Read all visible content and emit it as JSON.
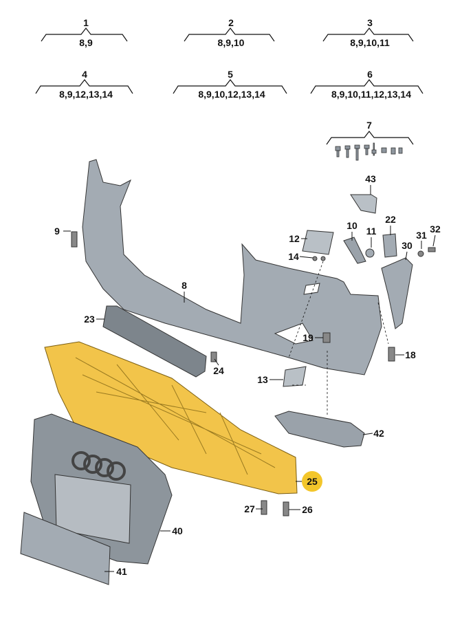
{
  "variant_groups": [
    {
      "number": "1",
      "contents": "8,9"
    },
    {
      "number": "2",
      "contents": "8,9,10"
    },
    {
      "number": "3",
      "contents": "8,9,10,11"
    },
    {
      "number": "4",
      "contents": "8,9,12,13,14"
    },
    {
      "number": "5",
      "contents": "8,9,10,12,13,14"
    },
    {
      "number": "6",
      "contents": "8,9,10,11,12,13,14"
    }
  ],
  "callouts": {
    "c7": "7",
    "c43": "43",
    "c9": "9",
    "c12": "12",
    "c10": "10",
    "c11": "11",
    "c22": "22",
    "c32": "32",
    "c31": "31",
    "c30": "30",
    "c14": "14",
    "c8": "8",
    "c23": "23",
    "c19": "19",
    "c18": "18",
    "c24": "24",
    "c13": "13",
    "c42": "42",
    "c25": "25",
    "c27": "27",
    "c26": "26",
    "c40": "40",
    "c41": "41"
  },
  "colors": {
    "highlight": "#f3c62b",
    "part_grey": "#a3abb3",
    "undertray": "#f2c44a"
  }
}
